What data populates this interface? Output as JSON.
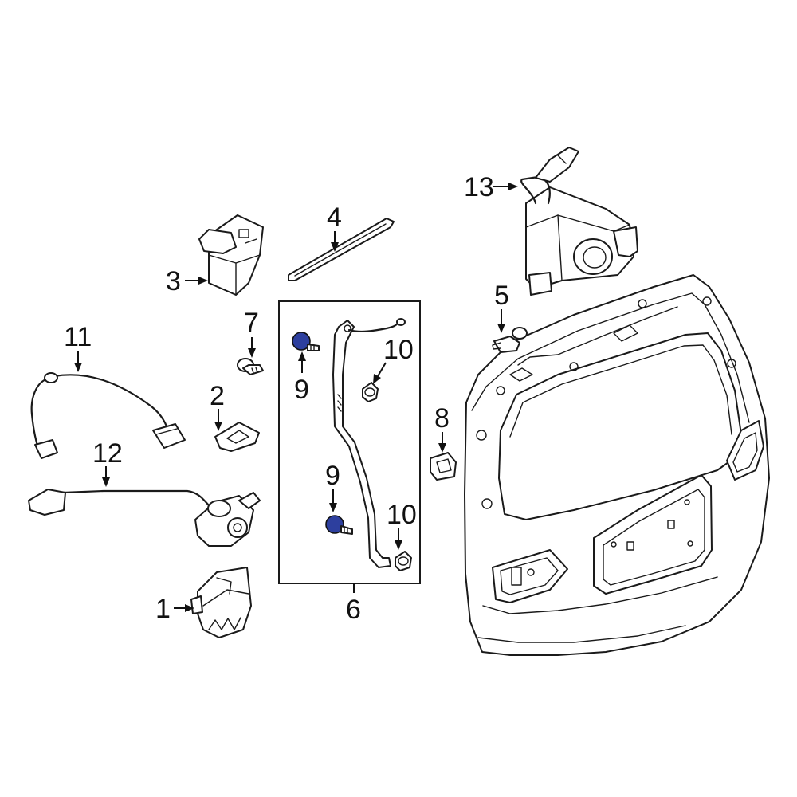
{
  "diagram": {
    "callouts": {
      "c1": "1",
      "c2": "2",
      "c3": "3",
      "c4": "4",
      "c5": "5",
      "c6": "6",
      "c7": "7",
      "c8": "8",
      "c9a": "9",
      "c9b": "9",
      "c10a": "10",
      "c10b": "10",
      "c11": "11",
      "c12": "12",
      "c13": "13"
    },
    "colors": {
      "line": "#1a1a1a",
      "highlight": "#2d3f9e",
      "background": "#ffffff"
    }
  }
}
